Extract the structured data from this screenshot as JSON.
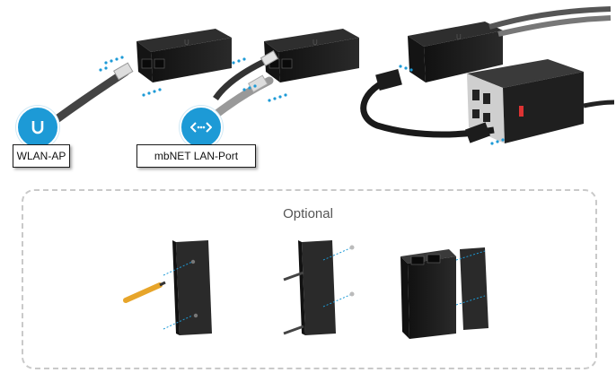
{
  "labels": {
    "wlan_ap": "WLAN-AP",
    "lan_port": "mbNET LAN-Port"
  },
  "optional_section": {
    "title": "Optional"
  },
  "icons": {
    "ap_badge": "ubiquiti-u-icon",
    "network_badge": "network-arrows-icon"
  },
  "colors": {
    "accent_blue": "#1d9ad6",
    "device_black": "#1e1e1e"
  }
}
